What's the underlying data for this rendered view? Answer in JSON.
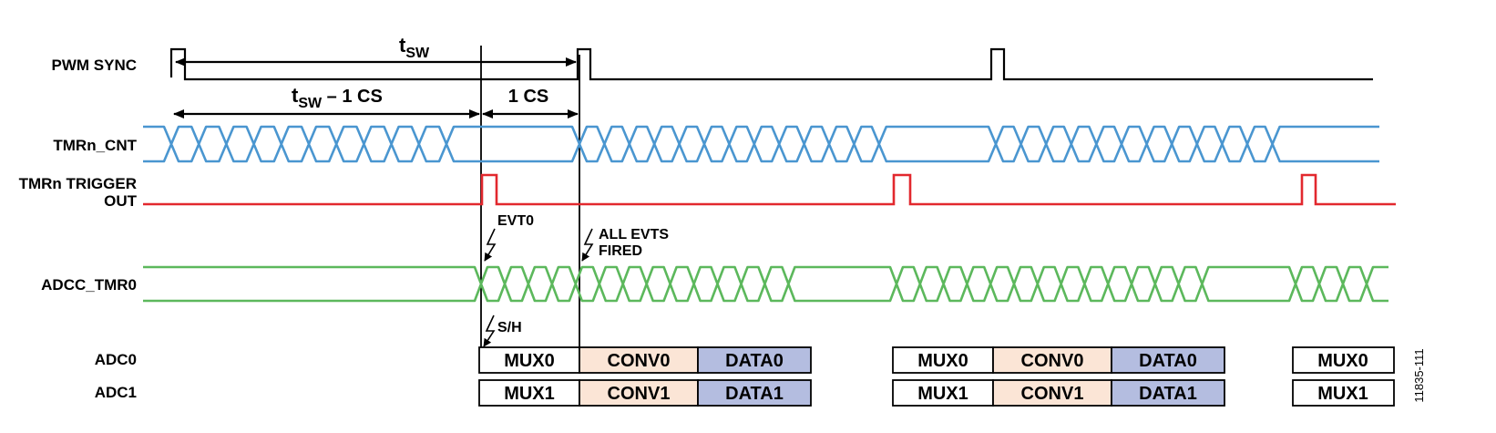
{
  "signals": {
    "pwm_sync": "PWM SYNC",
    "tmr_cnt": "TMRn_CNT",
    "tmr_trigger_line1": "TMRn TRIGGER",
    "tmr_trigger_line2": "OUT",
    "adcc_tmr0": "ADCC_TMR0",
    "adc0": "ADC0",
    "adc1": "ADC1"
  },
  "timing": {
    "tsw_main": "t",
    "tsw_sub": "SW",
    "tsw_minus_main": "t",
    "tsw_minus_sub": "SW",
    "tsw_minus_rest": " – 1 CS",
    "one_cs": "1 CS"
  },
  "events": {
    "evt0": "EVT0",
    "all_evts_line1": "ALL EVTS",
    "all_evts_line2": "FIRED",
    "sh": "S/H"
  },
  "adc_phases": {
    "mux0": "MUX0",
    "conv0": "CONV0",
    "data0": "DATA0",
    "mux1": "MUX1",
    "conv1": "CONV1",
    "data1": "DATA1"
  },
  "figure_id": "11835-111",
  "colors": {
    "tmr_cnt": "#4a96d0",
    "trigger": "#e2282e",
    "adcc": "#5cb85c",
    "conv_fill": "#fbe5d6",
    "data_fill": "#b4bde0",
    "line": "#000000"
  }
}
